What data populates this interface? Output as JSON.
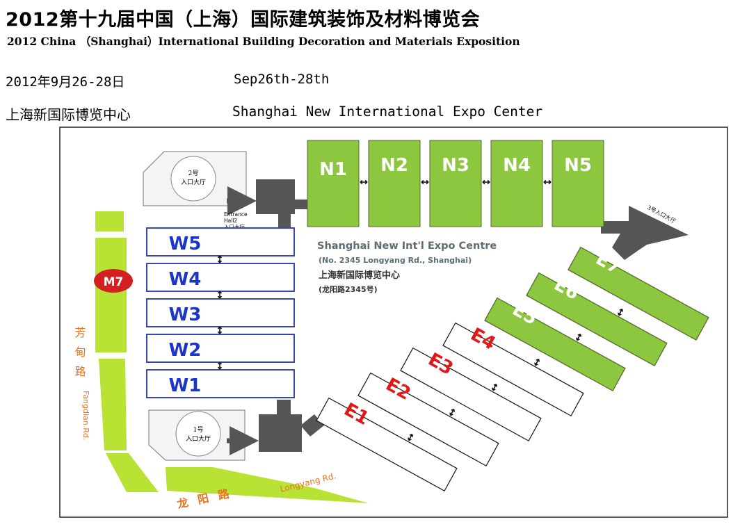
{
  "header": {
    "title_cn": "2012第十九届中国（上海）国际建筑装饰及材料博览会",
    "title_en": "2012 China （Shanghai）International Building Decoration and Materials Exposition",
    "date_cn": "2012年9月26-28日",
    "date_en": "Sep26th-28th",
    "venue_cn": "上海新国际博览中心",
    "venue_en": "Shanghai New International Expo Center"
  },
  "map": {
    "venue_name_en": "Shanghai New Int'l Expo Centre",
    "venue_address_en": "(No. 2345 Longyang Rd., Shanghai)",
    "venue_name_cn": "上海新国际博览中心",
    "venue_address_cn": "(龙阳路2345号)",
    "halls_north": [
      "N1",
      "N2",
      "N3",
      "N4",
      "N5"
    ],
    "halls_west": [
      "W5",
      "W4",
      "W3",
      "W2",
      "W1"
    ],
    "halls_east": [
      "E1",
      "E2",
      "E3",
      "E4",
      "E5",
      "E6",
      "E7"
    ],
    "entrance_hall_2": {
      "cn_line1": "2号",
      "cn_line2": "入口大厅",
      "en_line1": "Entrance",
      "en_line2": "Hall2",
      "en_line3": "入口大厅"
    },
    "entrance_hall_1": {
      "cn_line1": "1号",
      "cn_line2": "入口大厅"
    },
    "entrance_hall_3": "3号入口大厅",
    "metro": "M7",
    "road_fangdian_cn": "芳甸路",
    "road_fangdian_en": "Fangdian Rd.",
    "road_longyang_cn": "龙阳路",
    "road_longyang_en": "Longyang Rd.",
    "colors": {
      "green_hall": "#8dc63f",
      "green_road": "#b8e234",
      "hall_border_blue": "#2233aa",
      "hall_label_blue": "#1a35c8",
      "hall_label_red": "#e01818",
      "arrow_gray": "#555555",
      "road_label_orange": "#e8741e",
      "metro_red": "#d42020"
    }
  }
}
